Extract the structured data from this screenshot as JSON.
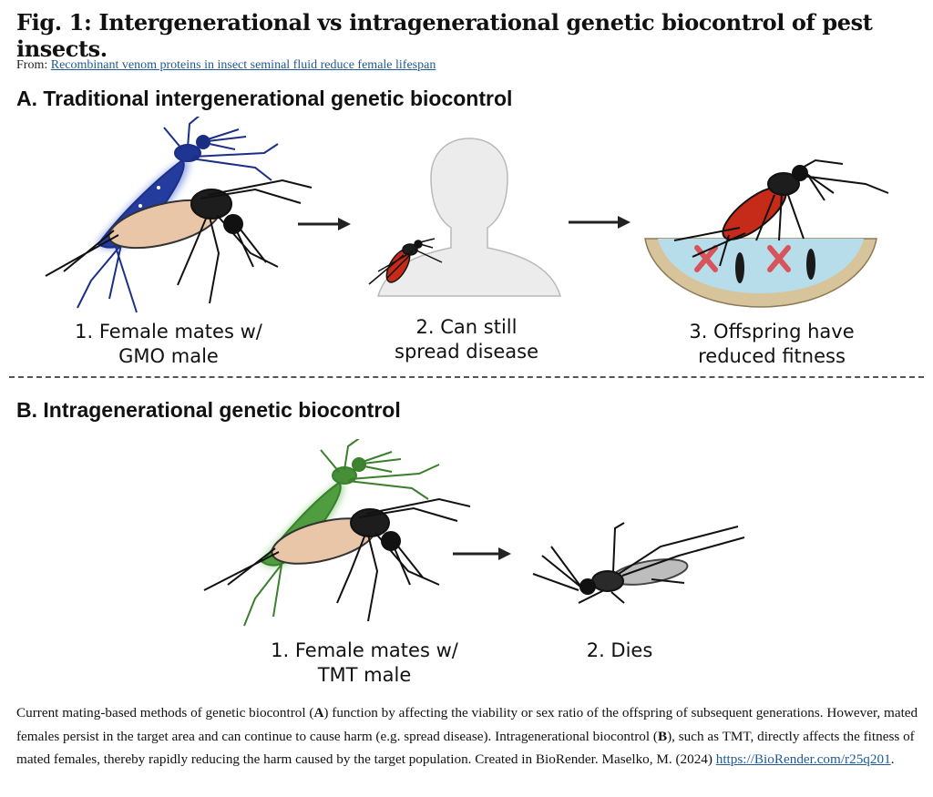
{
  "figure": {
    "title": "Fig. 1: Intergenerational vs intragenerational genetic biocontrol of pest insects.",
    "from_label": "From:",
    "source_link": "Recombinant venom proteins in insect seminal fluid reduce female lifespan"
  },
  "panel_a": {
    "heading": "A.  Traditional intergenerational genetic biocontrol",
    "steps": [
      "1. Female mates w/\nGMO male",
      "2. Can still\nspread disease",
      "3. Offspring have\nreduced fitness"
    ]
  },
  "panel_b": {
    "heading": "B.  Intragenerational genetic biocontrol",
    "steps": [
      "1. Female mates w/\nTMT male",
      "2. Dies"
    ]
  },
  "caption": {
    "t1": "Current mating-based methods of genetic biocontrol (",
    "b1": "A",
    "t2": ") function by affecting the viability or sex ratio of the offspring of subsequent generations. However, mated females persist in the target area and can continue to cause harm (e.g. spread disease). Intragenerational biocontrol (",
    "b2": "B",
    "t3": "), such as TMT, directly affects the fitness of mated females, thereby rapidly reducing the harm caused by the target population. Created in BioRender. Maselko, M. (2024) ",
    "link": "https://BioRender.com/r25q201",
    "t4": "."
  },
  "colors": {
    "gmo_male_glow": "#1f3fa8",
    "tmt_male_glow": "#3f9a2f",
    "fed_female_red": "#c62a18",
    "x_mark": "#d9535a",
    "water": "#b7dcea",
    "soil": "#e4d2ad"
  }
}
